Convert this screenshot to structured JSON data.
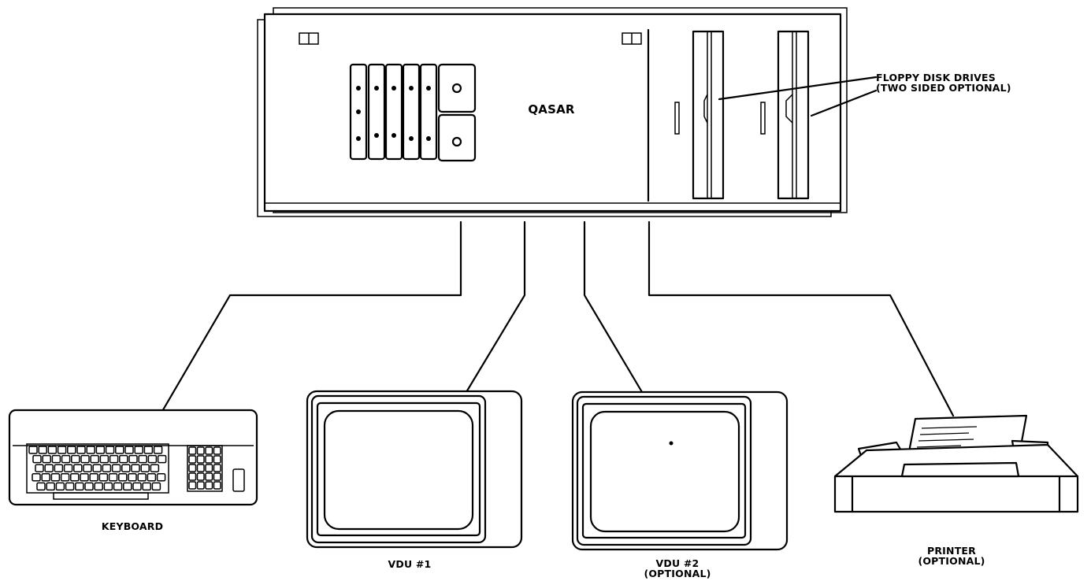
{
  "title": "",
  "central_unit": {
    "label": "QASAR"
  },
  "callouts": {
    "floppy_line1": "FLOPPY DISK DRIVES",
    "floppy_line2": "(TWO SIDED OPTIONAL)"
  },
  "peripherals": {
    "keyboard": {
      "label": "KEYBOARD"
    },
    "vdu1": {
      "label": "VDU #1"
    },
    "vdu2": {
      "label": "VDU #2",
      "note": "(OPTIONAL)"
    },
    "printer": {
      "label": "PRINTER",
      "note": "(OPTIONAL)"
    }
  },
  "colors": {
    "ink": "#000000",
    "paper": "#ffffff"
  }
}
